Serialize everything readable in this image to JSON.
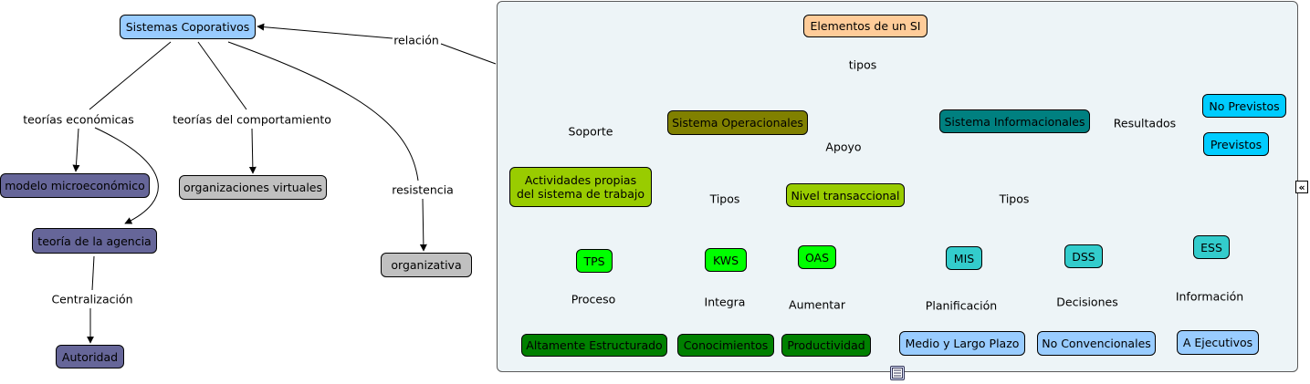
{
  "nodes": {
    "sistemas_corporativos": "Sistemas Coporativos",
    "modelo_microeconomico": "modelo microeconómico",
    "organizaciones_virtuales": "organizaciones virtuales",
    "teoria_agencia": "teoría de la agencia",
    "organizativa": "organizativa",
    "autoridad": "Autoridad",
    "elementos_si": "Elementos de un SI",
    "sistema_operacionales": "Sistema Operacionales",
    "sistema_informacionales": "Sistema Informacionales",
    "actividades": "Actividades propias del sistema de trabajo",
    "nivel_transaccional": "Nivel transaccional",
    "no_previstos": "No Previstos",
    "previstos": "Previstos",
    "tps": "TPS",
    "kws": "KWS",
    "oas": "OAS",
    "mis": "MIS",
    "dss": "DSS",
    "ess": "ESS",
    "altamente_estructurado": "Altamente Estructurado",
    "conocimientos": "Conocimientos",
    "productividad": "Productividad",
    "medio_largo_plazo": "Medio y Largo Plazo",
    "no_convencionales": "No Convencionales",
    "a_ejecutivos": "A Ejecutivos"
  },
  "links": {
    "relacion": "relación",
    "teorias_economicas": "teorías económicas",
    "teorias_comportamiento": "teorías del comportamiento",
    "resistencia": "resistencia",
    "centralizacion": "Centralización",
    "tipos_top": "tipos",
    "soporte": "Soporte",
    "apoyo": "Apoyo",
    "resultados": "Resultados",
    "tipos_op": "Tipos",
    "tipos_inf": "Tipos",
    "proceso": "Proceso",
    "integra": "Integra",
    "aumentar": "Aumentar",
    "planificacion": "Planificación",
    "decisiones": "Decisiones",
    "informacion": "Información"
  },
  "icons": {
    "collapse": "collapse-icon",
    "resources": "list-icon"
  }
}
